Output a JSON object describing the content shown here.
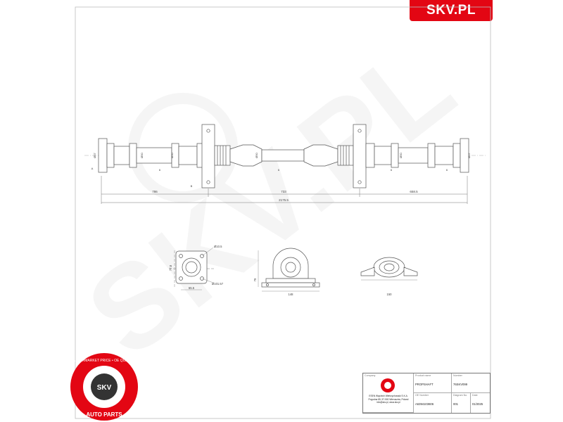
{
  "brand": {
    "logo_text": "SKV.PL",
    "accent": "#e30613"
  },
  "watermark": {
    "text": "SKV.PL"
  },
  "drawing": {
    "diameters": [
      "Ø57",
      "Ø50",
      "Ø50",
      "Ø50",
      "Ø50",
      "Ø57"
    ],
    "small_dims": [
      "6",
      "6",
      "6",
      "6"
    ],
    "label_a": "A",
    "label_b": "B",
    "lengths": [
      "786",
      "733",
      "658.5"
    ],
    "total_length": "2175.5"
  },
  "flange_view": {
    "hole_dia": "Ø10.5",
    "height": "77.8",
    "width": "65.5",
    "outer_dia": "Ø101.57"
  },
  "bearing_front": {
    "height": "79",
    "width": "148"
  },
  "bearing_side": {
    "width": "150"
  },
  "title_block": {
    "company_label": "Company",
    "product_name_label": "Product name",
    "product_name": "PROPSHAFT",
    "number_label": "Number",
    "number": "76SKV099",
    "oe_label": "OE Number",
    "oe_number": "A6394103606",
    "diagram_no_label": "Diagram No.",
    "diagram_no": "001",
    "date_label": "Date",
    "date": "01/2025",
    "company_name": "ESEN Wojciech Wietrzychowski S.K.A.",
    "company_address": "Pogodna 85, 57-500 Wieruszów, Poland",
    "company_contact": "info@skv.pl, www.skv.pl"
  },
  "seal": {
    "ring_text": "AFTERMARKET PRICE • OE QUALITY",
    "center_text": "SKV",
    "bottom_text": "AUTO PARTS"
  }
}
